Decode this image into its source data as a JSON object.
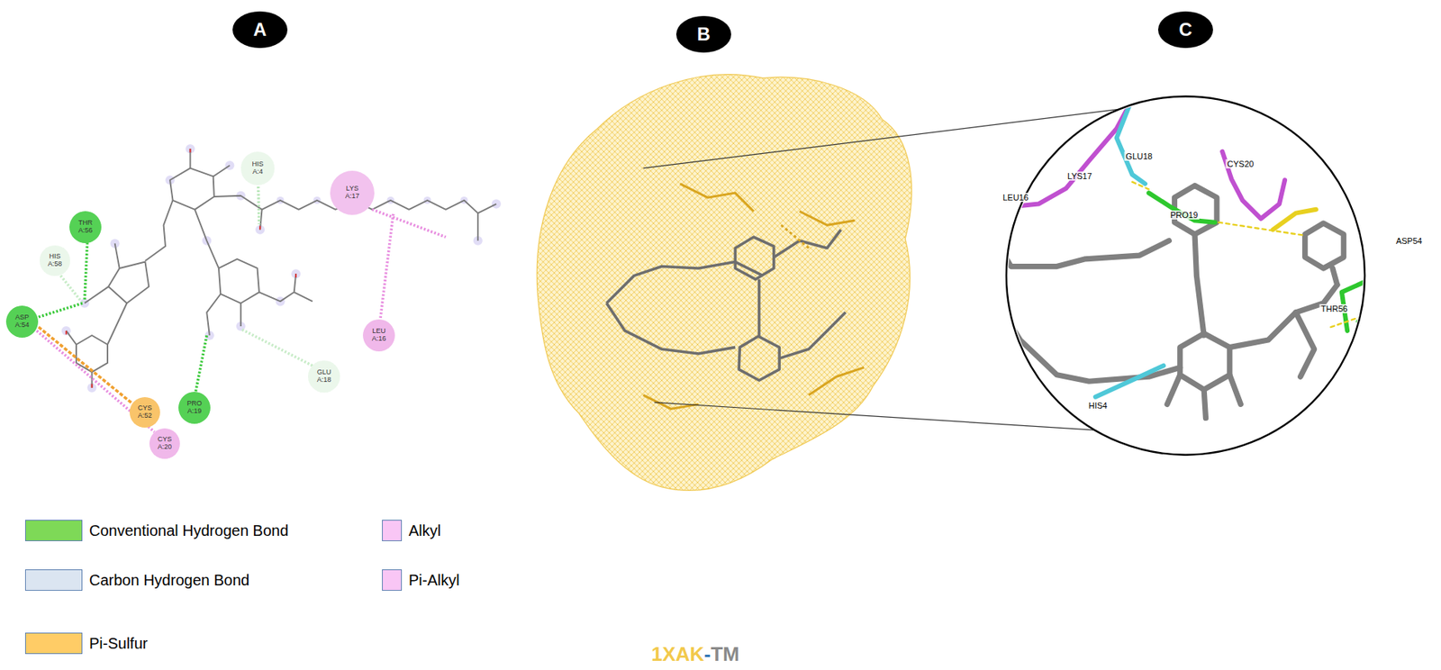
{
  "diagram": {
    "nodes": [
      {
        "text": [
          "A"
        ]
      },
      {
        "text": [
          "B"
        ]
      },
      {
        "text": [
          "C"
        ]
      },
      {
        "text": [
          "HIS A:4"
        ]
      },
      {
        "text": [
          "LYS A:17"
        ]
      },
      {
        "text": [
          "THR A:56"
        ]
      },
      {
        "text": [
          "HIS A:58"
        ]
      },
      {
        "text": [
          "ASP A:54"
        ]
      },
      {
        "text": [
          "LEU A:16"
        ]
      },
      {
        "text": [
          "GLU A:18"
        ]
      },
      {
        "text": [
          "PRO A:19"
        ]
      },
      {
        "text": [
          "CYS A:52"
        ]
      },
      {
        "text": [
          "CYS A:20"
        ]
      }
    ],
    "labels": [
      "LEU16",
      "LYS17",
      "GLU18",
      "PRO19",
      "CYS20",
      "ASP54",
      "THR56",
      "HIS4",
      "1XAK",
      "-",
      "TM"
    ],
    "legend": [
      {
        "text": "Conventional Hydrogen Bond",
        "color": "#7ed957"
      },
      {
        "text": "Alkyl",
        "color": "#f9c6f5"
      },
      {
        "text": "Carbon Hydrogen Bond",
        "color": "#dbe5f1"
      },
      {
        "text": "Pi-Alkyl",
        "color": "#f9c6f5"
      },
      {
        "text": "Pi-Sulfur",
        "color": "#ffcc66"
      }
    ]
  }
}
